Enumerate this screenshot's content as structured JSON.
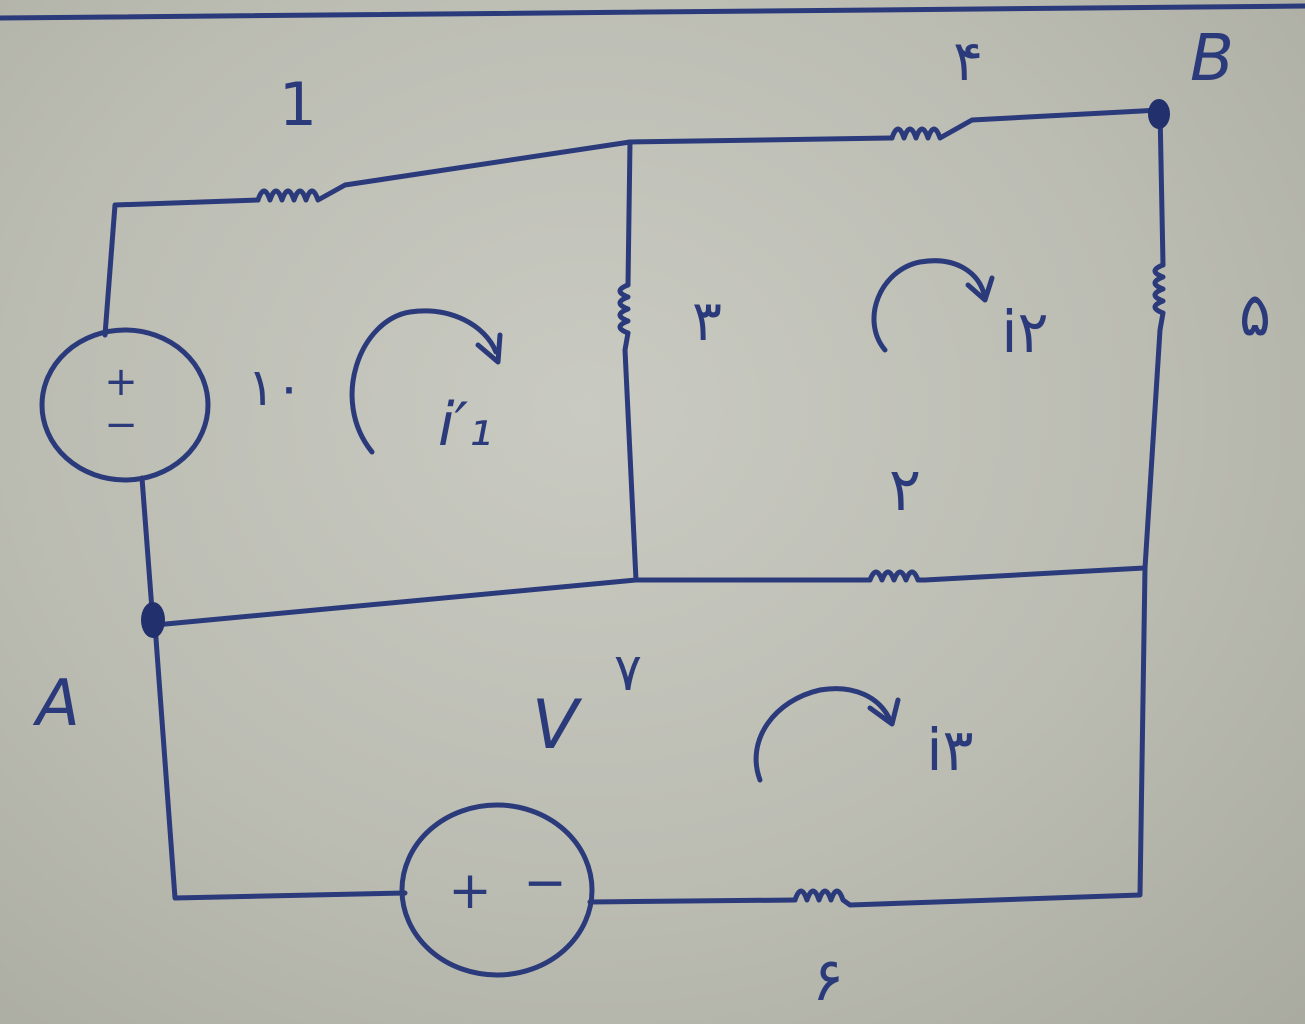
{
  "nodes": {
    "a": "A",
    "b": "B"
  },
  "resistors": {
    "top_left": "1",
    "top_right": "۴",
    "middle_vertical": "۳",
    "right_vertical": "۵",
    "middle_horizontal": "۲",
    "bottom": "۶"
  },
  "sources": {
    "left": {
      "value": "۱۰",
      "plus": "+",
      "minus": "−"
    },
    "bottom": {
      "value": "V",
      "unit": "۷",
      "plus": "+",
      "minus": "−"
    }
  },
  "mesh_currents": {
    "i1": "i′₁",
    "i2": "i۲",
    "i3": "i۳"
  },
  "colors": {
    "ink": "#2b3a7a",
    "paper": "#c4c5bb"
  }
}
